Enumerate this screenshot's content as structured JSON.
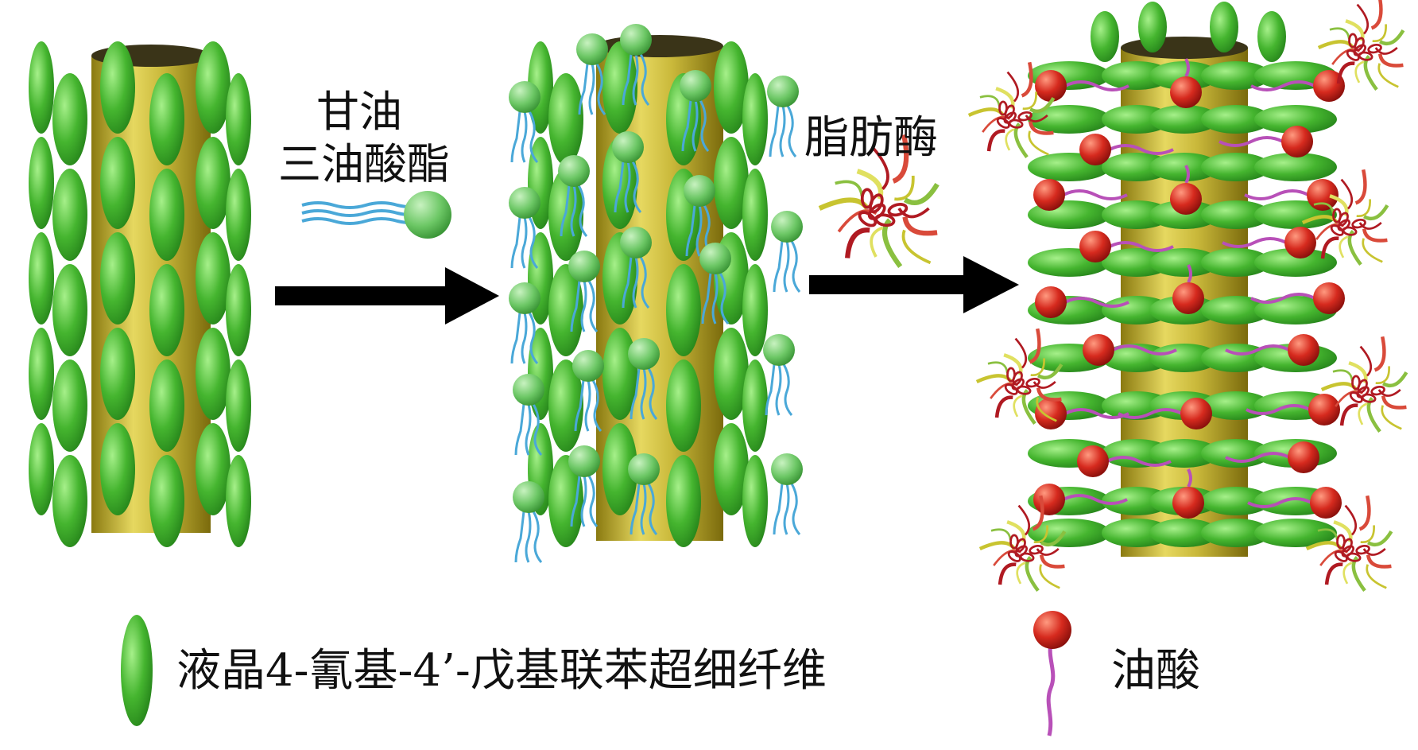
{
  "step1": {
    "line1": "甘油",
    "line2": "三油酸酯"
  },
  "step2": {
    "label": "脂肪酶"
  },
  "legend": {
    "fiber_label": "液晶4-氰基-4’-戊基联苯超细纤维",
    "oleic_label": "油酸"
  },
  "colors": {
    "fiber_core": "#b8a830",
    "lc_ellipse": "#4fb83a",
    "glycerol_head": "#6fc766",
    "lipid_tail": "#4aa8d8",
    "oleic_head": "#c8271e",
    "oleic_tail": "#b850b8",
    "enzyme": "#b0202a",
    "arrow": "#000000"
  }
}
